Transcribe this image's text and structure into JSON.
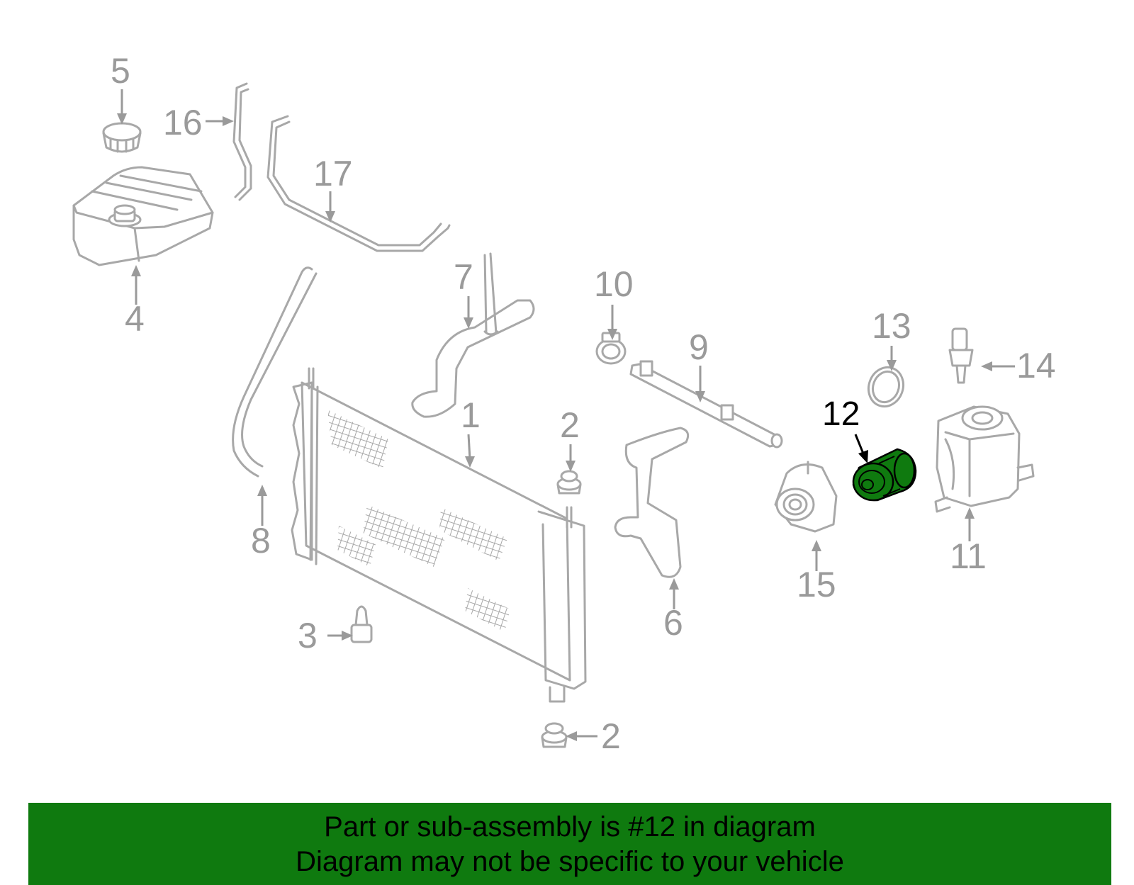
{
  "callouts": {
    "c1": "1",
    "c2a": "2",
    "c2b": "2",
    "c3": "3",
    "c4": "4",
    "c5": "5",
    "c6": "6",
    "c7": "7",
    "c8": "8",
    "c9": "9",
    "c10": "10",
    "c11": "11",
    "c12": "12",
    "c13": "13",
    "c14": "14",
    "c15": "15",
    "c16": "16",
    "c17": "17"
  },
  "highlight": {
    "part_number": "12",
    "color": "#0f7a0f"
  },
  "banner": {
    "line1": "Part or sub-assembly is #12 in diagram",
    "line2": "Diagram may not be specific to your vehicle",
    "background": "#0f7a0f"
  }
}
